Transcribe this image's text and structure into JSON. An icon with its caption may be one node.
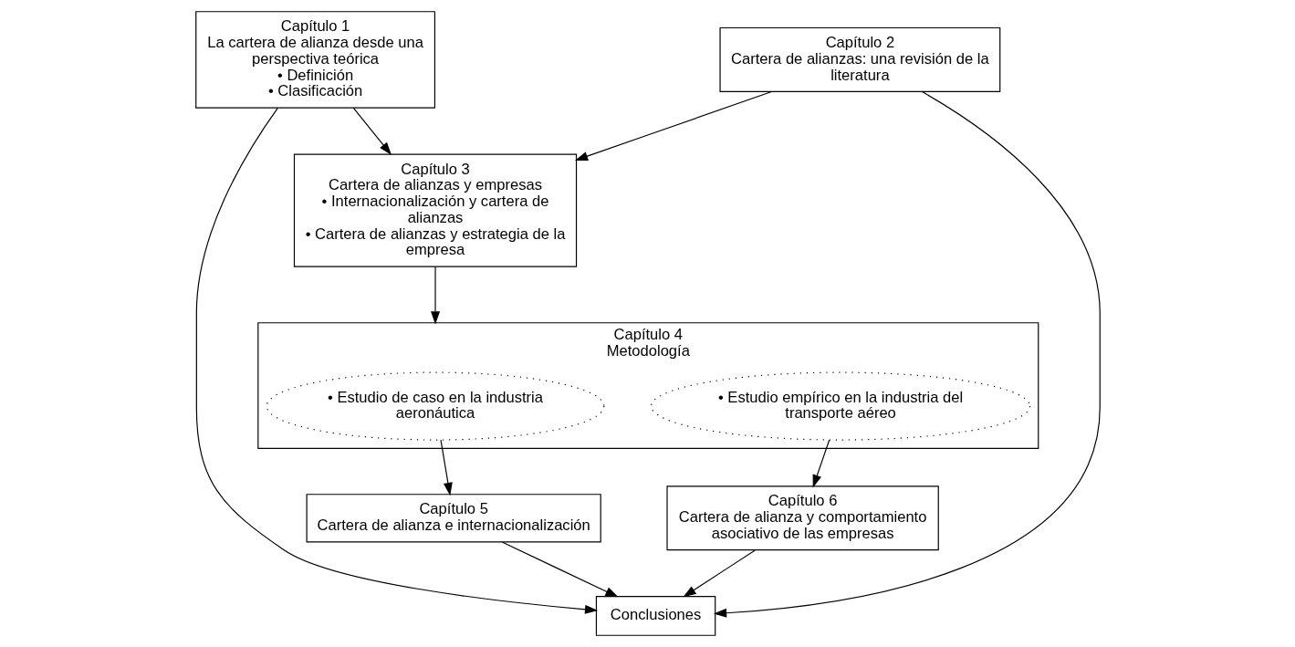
{
  "diagram": {
    "nodes": [
      {
        "text": [
          "Capítulo 1",
          "La cartera de alianza desde una perspectiva teórica",
          "• Definición",
          "• Clasificación"
        ]
      },
      {
        "text": [
          "Capítulo 2",
          "Cartera de alianzas: una revisión de la literatura"
        ]
      },
      {
        "text": [
          "Capítulo 3",
          "Cartera de alianzas y empresas",
          "• Internacionalización y cartera de alianzas",
          "• Cartera de alianzas y estrategia de la empresa"
        ]
      },
      {
        "text": [
          "Capítulo 4",
          "Metodología"
        ]
      },
      {
        "text": [
          "• Estudio de caso en la industria aeronáutica"
        ],
        "in": 3
      },
      {
        "text": [
          "• Estudio empírico en la industria del transporte aéreo"
        ],
        "in": 3
      },
      {
        "text": [
          "Capítulo 5",
          "Cartera de alianza e internacionalización"
        ]
      },
      {
        "text": [
          "Capítulo 6",
          "Cartera de alianza y comportamiento asociativo de las empresas"
        ]
      },
      {
        "text": [
          "Conclusiones"
        ]
      }
    ],
    "edges": [
      {
        "from": 0,
        "to": 2,
        "arrow": "to"
      },
      {
        "from": 1,
        "to": 2,
        "arrow": "to"
      },
      {
        "from": 2,
        "to": 3,
        "arrow": "to"
      },
      {
        "from": 4,
        "to": 6,
        "arrow": "to"
      },
      {
        "from": 5,
        "to": 7,
        "arrow": "to"
      },
      {
        "from": 0,
        "to": 8,
        "arrow": "to"
      },
      {
        "from": 1,
        "to": 8,
        "arrow": "to"
      },
      {
        "from": 6,
        "to": 8,
        "arrow": "to"
      },
      {
        "from": 7,
        "to": 8,
        "arrow": "to"
      }
    ]
  }
}
